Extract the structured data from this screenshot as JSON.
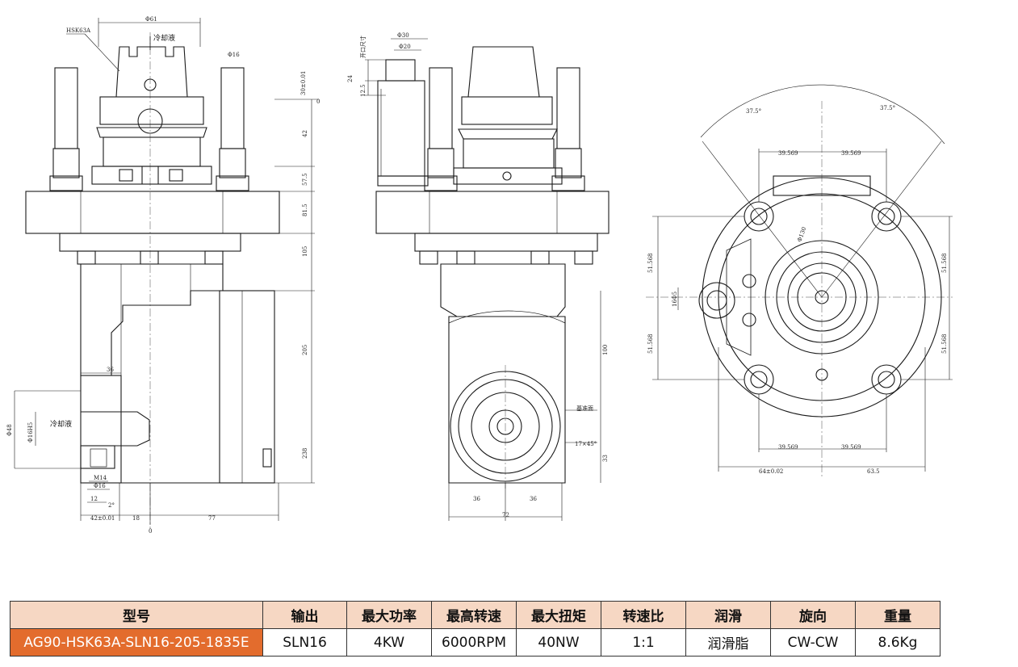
{
  "drawing": {
    "labels": {
      "hsk": "HSK63A",
      "coolant_top": "冷却液",
      "coolant_side": "冷却液",
      "datum": "基准面",
      "chamfer": "17×45°"
    },
    "dims": {
      "d61": "Φ61",
      "d16_top": "Φ16",
      "h30": "30±0.01",
      "zero_top": "0",
      "h42": "42",
      "h57_5": "57.5",
      "h81_5": "81.5",
      "h105": "105",
      "h205": "205",
      "h238": "238",
      "w36_left": "36",
      "d48": "Φ48",
      "d16h5": "Φ16H5",
      "m14": "M14",
      "d16_bottom": "Φ16",
      "w12": "12",
      "ang2": "2°",
      "w42": "42±0.01",
      "w18": "18",
      "w77": "77",
      "zero_bottom": "0",
      "d30_mid": "Φ30",
      "d20_mid": "Φ20",
      "open_width": "开口尺寸",
      "h24": "24",
      "h12_5": "12.5",
      "h100": "100",
      "h33": "33",
      "w36_a": "36",
      "w36_b": "36",
      "w72": "72",
      "ang_a": "37.5°",
      "ang_b": "37.5°",
      "c1": "39.569",
      "c2": "39.569",
      "c3": "39.569",
      "c4": "39.569",
      "v1": "51.568",
      "v2": "51.568",
      "v3": "51.568",
      "v4": "51.568",
      "d130": "Φ130",
      "h16": "16Φ5",
      "w64": "64±0.02",
      "w63_5": "63.5"
    }
  },
  "table": {
    "headers": [
      "型号",
      "输出",
      "最大功率",
      "最高转速",
      "最大扭矩",
      "转速比",
      "润滑",
      "旋向",
      "重量"
    ],
    "row": [
      "AG90-HSK63A-SLN16-205-1835E",
      "SLN16",
      "4KW",
      "6000RPM",
      "40NW",
      "1:1",
      "润滑脂",
      "CW-CW",
      "8.6Kg"
    ]
  },
  "colors": {
    "header_bg": "#f6d7c3",
    "model_bg": "#e36c2d",
    "line": "#1a1a1a"
  }
}
